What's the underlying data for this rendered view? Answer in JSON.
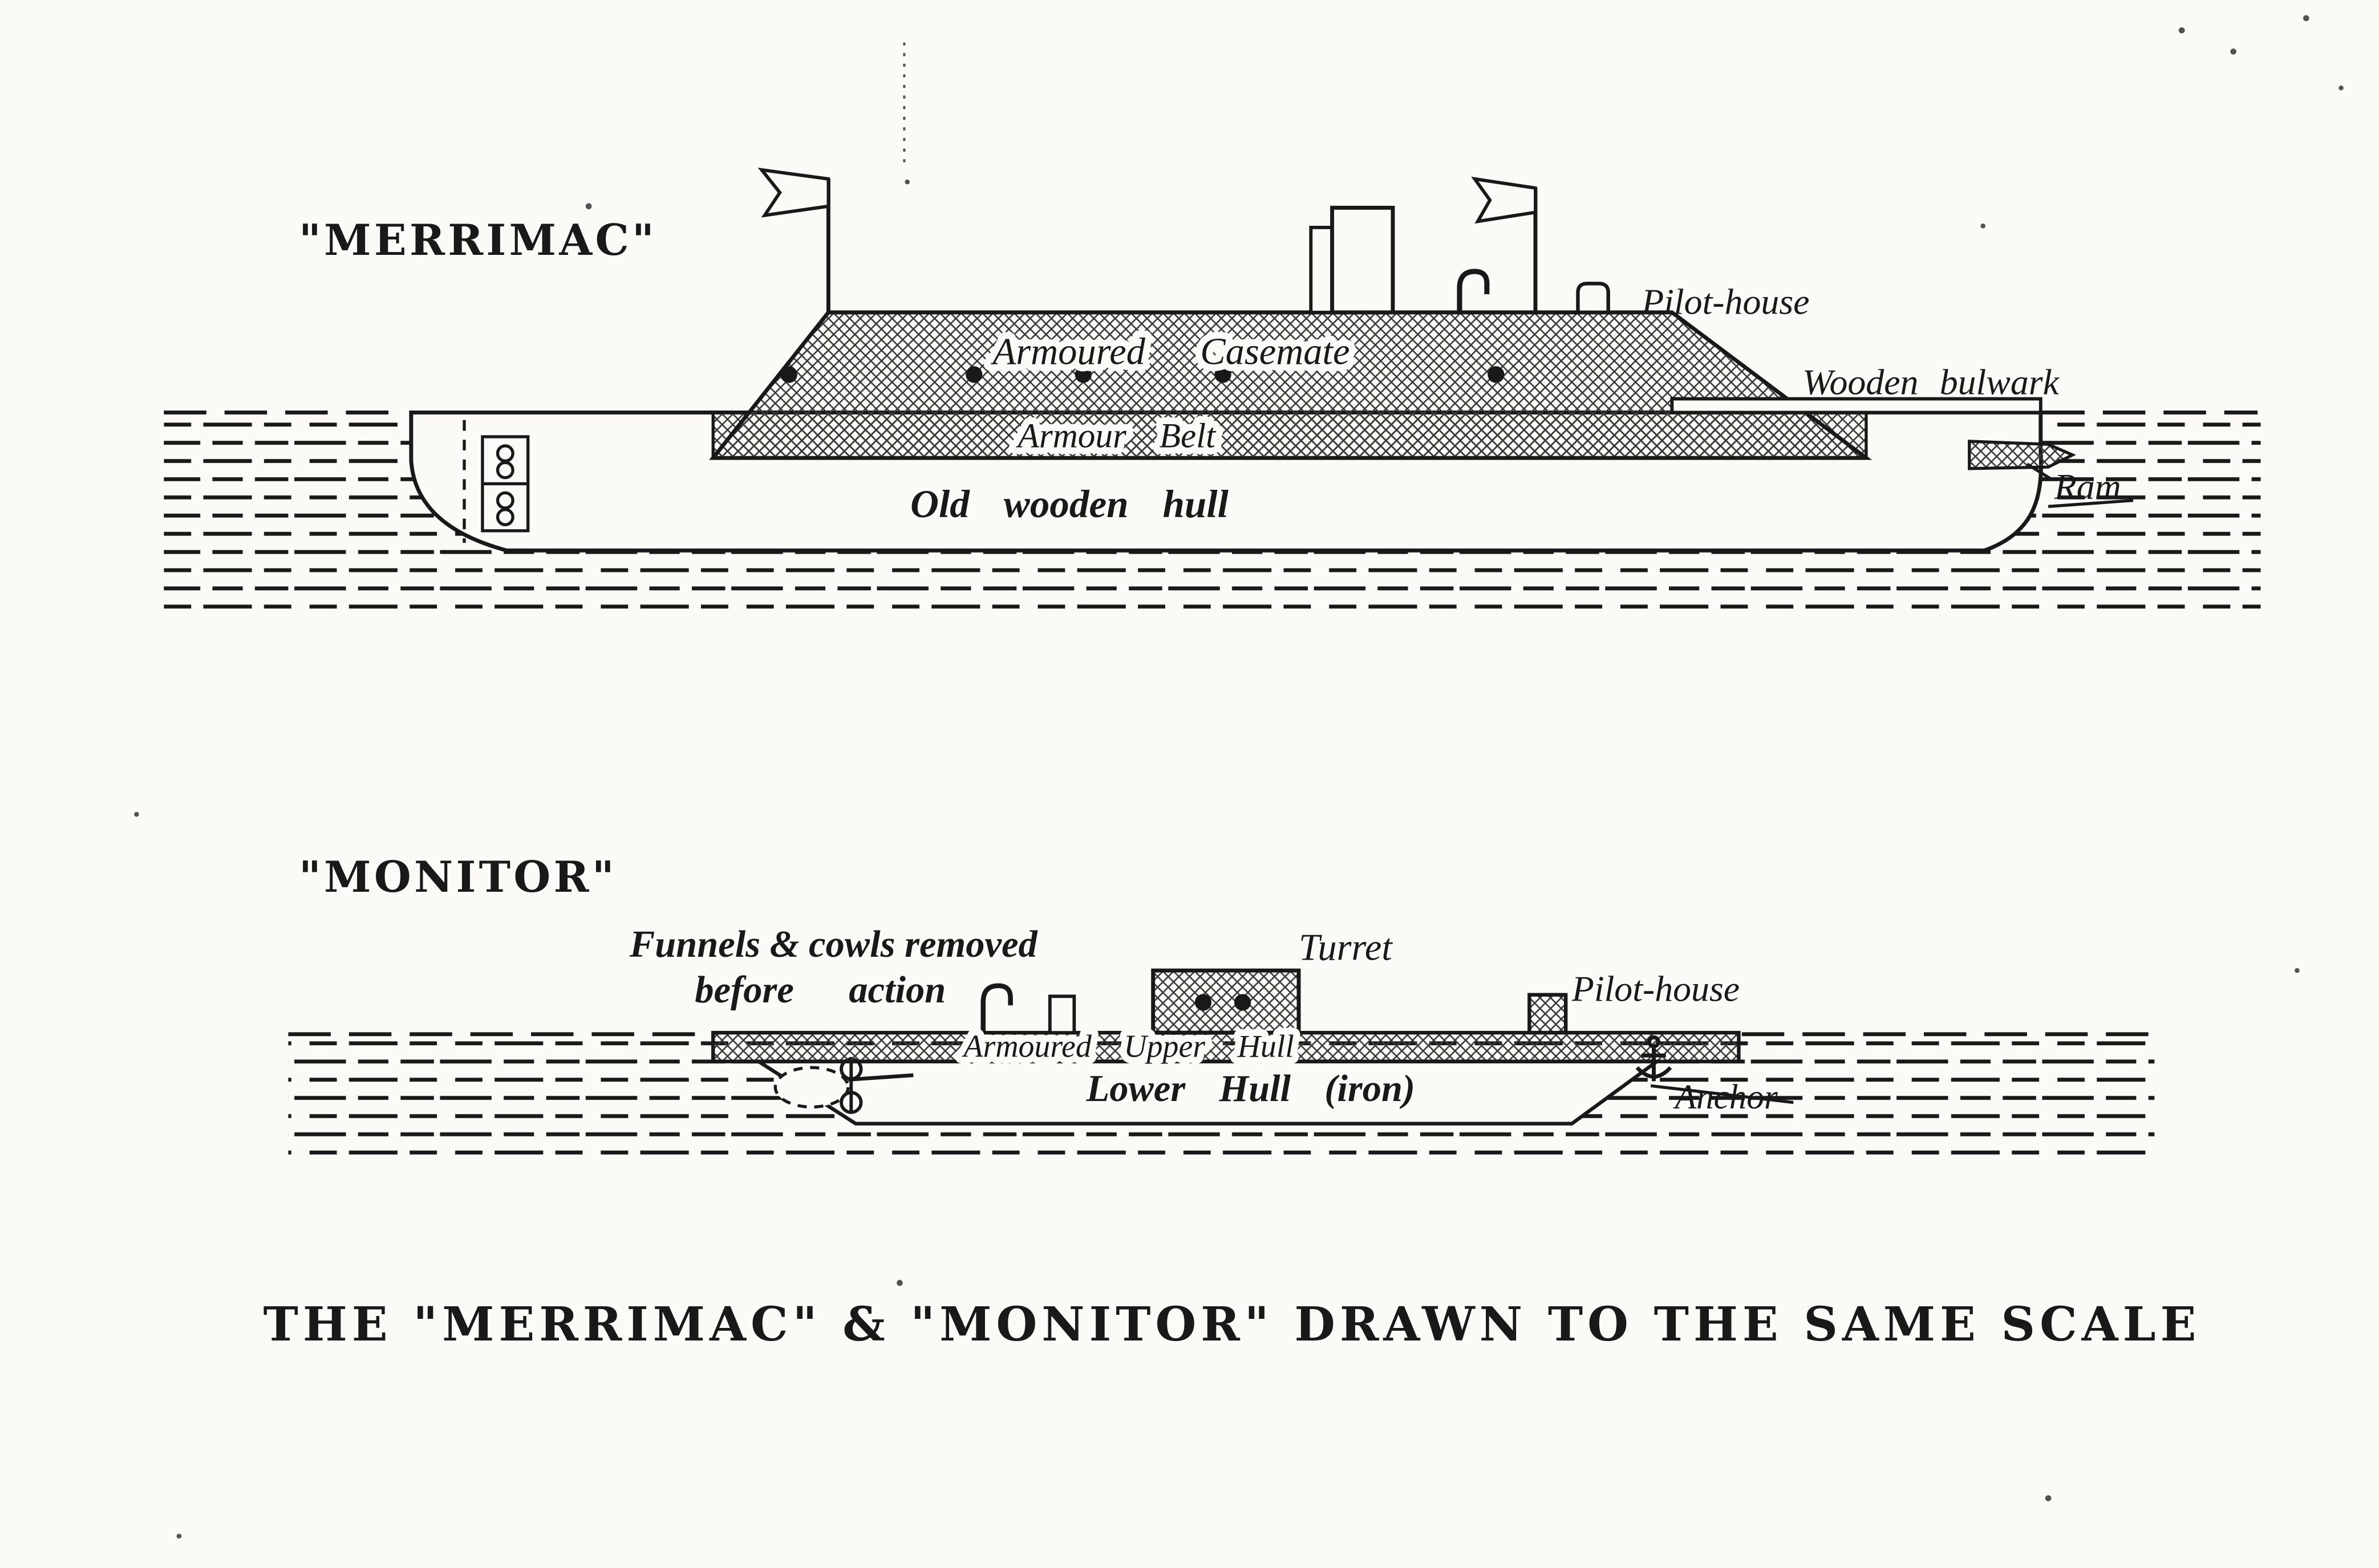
{
  "figure": {
    "paper_color": "#fbfaf6",
    "ink_color": "#191919"
  },
  "merrimac": {
    "title": "\"MERRIMAC\"",
    "labels": {
      "pilot_house": "Pilot-house",
      "armoured_casemate": "Armoured Casemate",
      "wooden_bulwark": "Wooden bulwark",
      "armour_belt": "Armour Belt",
      "old_wooden_hull": "Old wooden hull",
      "ram": "Ram"
    }
  },
  "monitor": {
    "title": "\"MONITOR\"",
    "labels": {
      "funnels_note_line1": "Funnels & cowls removed",
      "funnels_note_line2": "before action",
      "turret": "Turret",
      "pilot_house": "Pilot-house",
      "armoured_upper_hull": "Armoured Upper Hull",
      "lower_hull": "Lower Hull (iron)",
      "anchor": "Anchor"
    }
  },
  "caption": "THE \"MERRIMAC\" & \"MONITOR\" DRAWN TO THE SAME SCALE"
}
